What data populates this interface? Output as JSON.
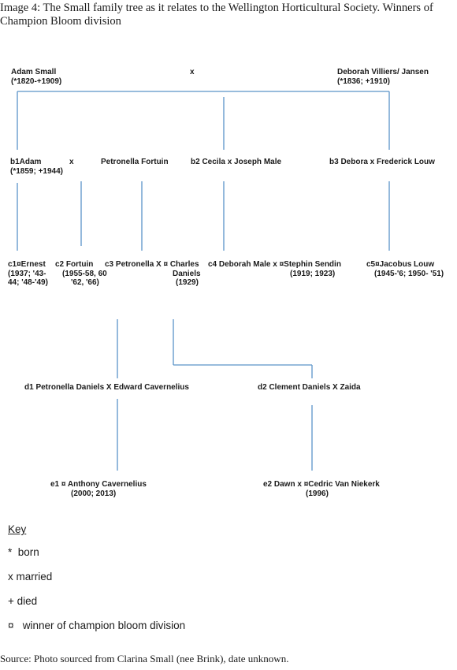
{
  "caption": "Image 4: The Small family tree as it relates to the Wellington Horticultural Society. Winners of Champion Bloom division",
  "nodes": {
    "adam": {
      "name": "Adam Small",
      "dates": "(*1820-+1909)"
    },
    "marriage_top": "x",
    "deborah": {
      "name": "Deborah Villiers/ Jansen",
      "dates": "(*1836; +1910)"
    },
    "b1": {
      "name": "b1Adam",
      "dates": "(*1859; +1944)"
    },
    "b1_x": "x",
    "petronella_fortuin": "Petronella Fortuin",
    "b2": "b2 Cecila x Joseph Male",
    "b3": "b3 Debora x Frederick Louw",
    "c1": {
      "l1": "c1¤Ernest",
      "l2": "(1937; '43-",
      "l3": "44; '48-'49)"
    },
    "c2": {
      "l1": "c2  Fortuin",
      "l2": "(1955-58, 60",
      "l3": "'62, '66)"
    },
    "c3": {
      "l1": "c3 Petronella X ¤ Charles",
      "l2": "Daniels",
      "l3": "(1929)"
    },
    "c4": {
      "l1": "c4 Deborah Male x ¤Stephin Sendin",
      "l2": "(1919; 1923)"
    },
    "c5": {
      "l1": "c5¤Jacobus Louw",
      "l2": "(1945-'6;  1950- '51)"
    },
    "d1": "d1   Petronella Daniels X Edward Cavernelius",
    "d2": "d2  Clement Daniels X  Zaida",
    "e1": {
      "l1": "e1    ¤ Anthony Cavernelius",
      "l2": "(2000; 2013)"
    },
    "e2": {
      "l1": "e2 Dawn x ¤Cedric Van Niekerk",
      "l2": "(1996)"
    }
  },
  "key": {
    "title": "Key",
    "items": [
      {
        "symbol": "*",
        "text": "born"
      },
      {
        "symbol": "x",
        "text": "married"
      },
      {
        "symbol": "+",
        "text": "died"
      },
      {
        "symbol": "¤",
        "text": "winner of champion bloom division"
      }
    ]
  },
  "source": "Source: Photo sourced from Clarina Small (nee Brink), date unknown.",
  "colors": {
    "connector": "#5a93c8",
    "text": "#1a1a1a"
  }
}
